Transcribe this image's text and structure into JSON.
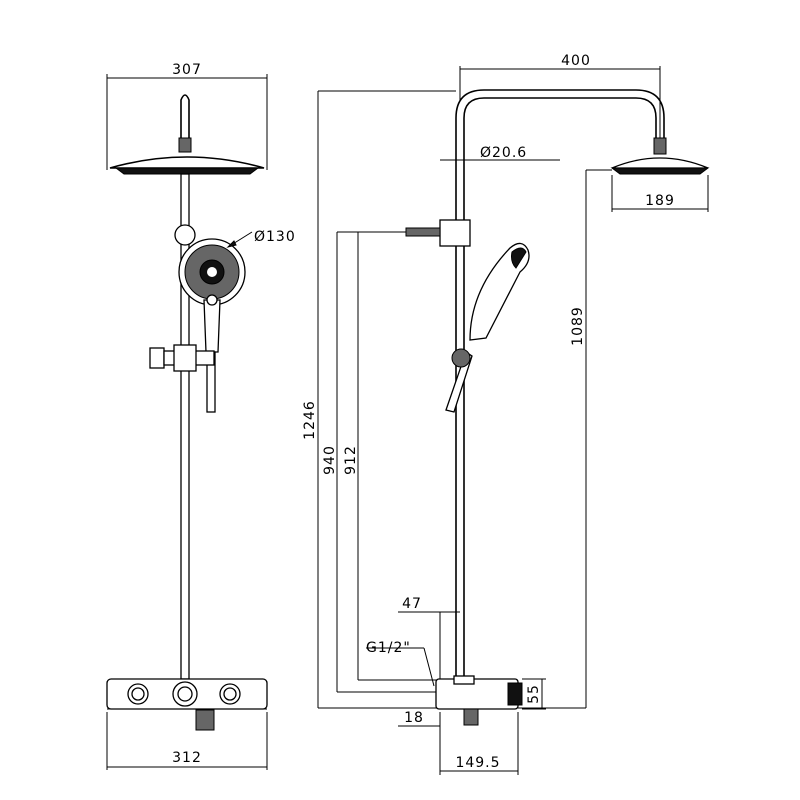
{
  "front_view": {
    "dims": {
      "head_width": "307",
      "handshower_diameter": "Ø130",
      "shelf_width": "312"
    }
  },
  "side_view": {
    "dims": {
      "arm_reach": "400",
      "pipe_diameter": "Ø20.6",
      "head_diameter": "189",
      "height_head": "1089",
      "height_total": "1246",
      "height_bracket_a": "940",
      "height_bracket_b": "912",
      "inlet_offset": "47",
      "inlet_thread": "G1/2\"",
      "valve_height": "55",
      "inlet_depth": "18",
      "wall_to_centre": "149.5"
    }
  }
}
